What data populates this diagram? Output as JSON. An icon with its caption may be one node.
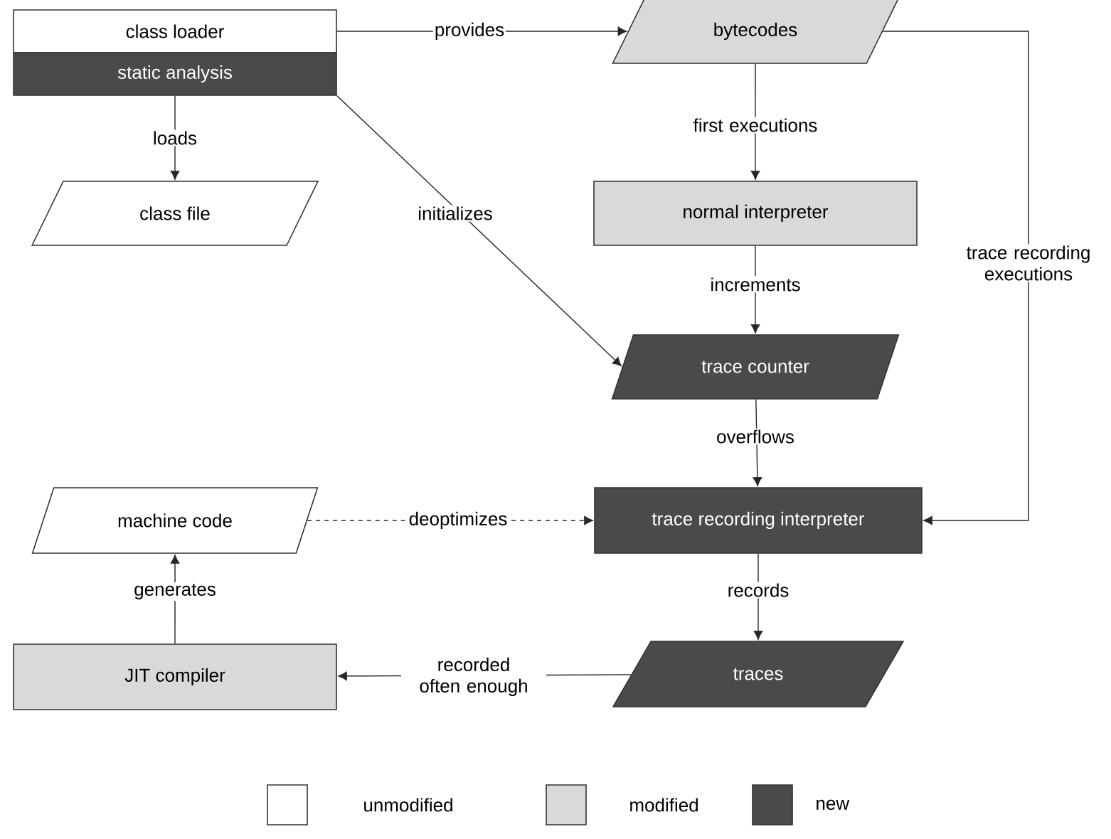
{
  "diagram": {
    "nodes": [
      {
        "text": [
          "class loader"
        ]
      },
      {
        "text": [
          "static analysis"
        ]
      },
      {
        "text": [
          "class file"
        ]
      },
      {
        "text": [
          "bytecodes"
        ]
      },
      {
        "text": [
          "normal interpreter"
        ]
      },
      {
        "text": [
          "trace counter"
        ]
      },
      {
        "text": [
          "trace recording interpreter"
        ]
      },
      {
        "text": [
          "machine code"
        ]
      },
      {
        "text": [
          "traces"
        ]
      },
      {
        "text": [
          "JIT compiler"
        ]
      }
    ],
    "edges": [
      {
        "from": 0,
        "to": 3,
        "arrow": "to",
        "label": "provides"
      },
      {
        "from": 1,
        "to": 2,
        "arrow": "to",
        "label": "loads"
      },
      {
        "from": 1,
        "to": 5,
        "arrow": "to",
        "label": "initializes"
      },
      {
        "from": 3,
        "to": 4,
        "arrow": "to",
        "label": "first executions"
      },
      {
        "from": 4,
        "to": 5,
        "arrow": "to",
        "label": "increments"
      },
      {
        "from": 5,
        "to": 6,
        "arrow": "to",
        "label": "overflows"
      },
      {
        "from": 3,
        "to": 6,
        "arrow": "to",
        "label": "trace recording executions"
      },
      {
        "from": 7,
        "to": 6,
        "arrow": "to",
        "label": "deoptimizes",
        "style": "dashed"
      },
      {
        "from": 6,
        "to": 8,
        "arrow": "to",
        "label": "records"
      },
      {
        "from": 8,
        "to": 9,
        "arrow": "to",
        "label": "recorded often enough"
      },
      {
        "from": 9,
        "to": 7,
        "arrow": "to",
        "label": "generates"
      }
    ],
    "legend": [
      {
        "text": "unmodified"
      },
      {
        "text": "modified",
        "color": "#d9d9d9"
      },
      {
        "text": "new",
        "color": "#4a4a4a"
      }
    ]
  }
}
